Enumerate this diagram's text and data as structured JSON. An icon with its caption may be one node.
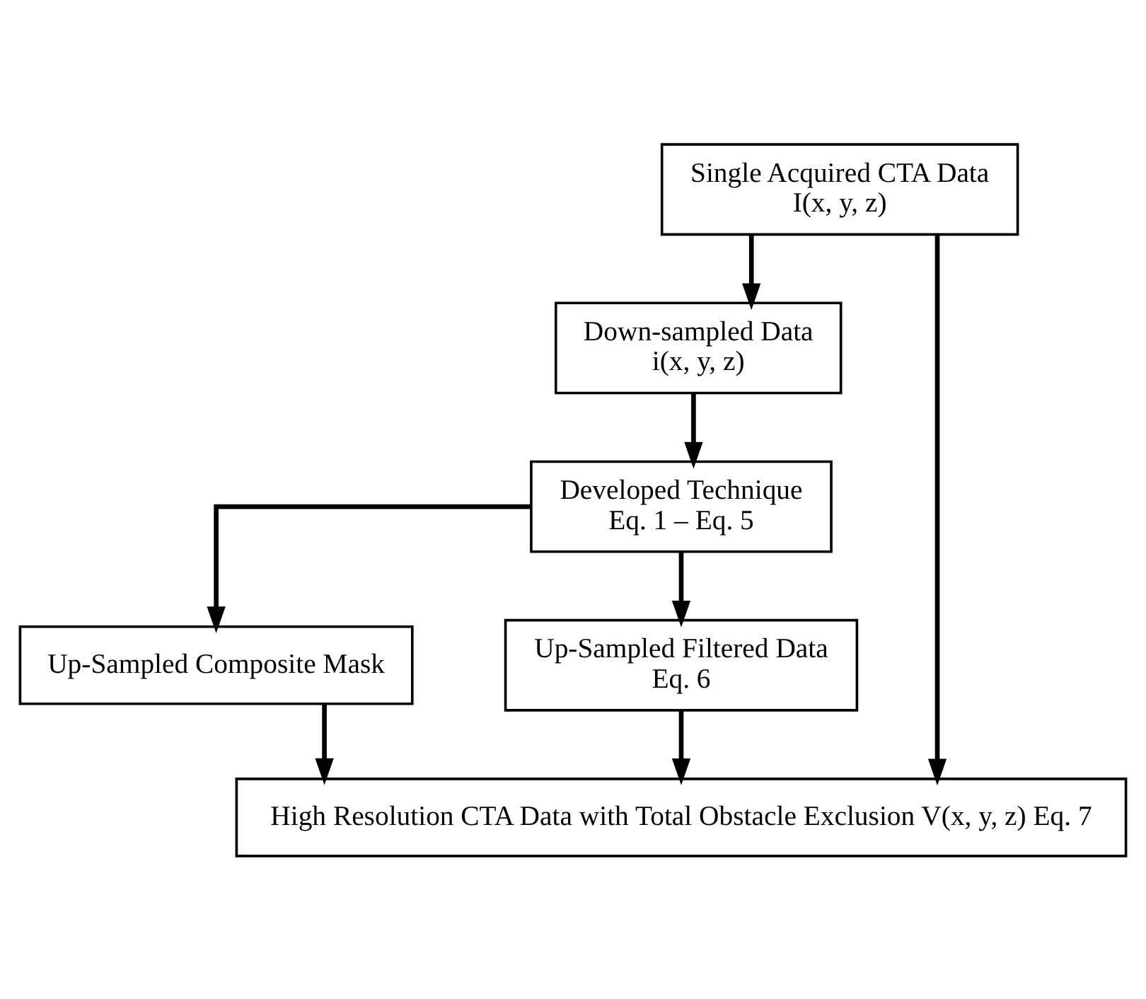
{
  "diagram": {
    "nodes": [
      {
        "text": [
          "Single Acquired CTA Data",
          "I(x, y, z)"
        ]
      },
      {
        "text": [
          "Down-sampled Data",
          "i(x, y, z)"
        ]
      },
      {
        "text": [
          "Developed Technique",
          "Eq. 1 – Eq. 5"
        ]
      },
      {
        "text": [
          "Up-Sampled Composite Mask"
        ]
      },
      {
        "text": [
          "Up-Sampled Filtered Data",
          "Eq. 6"
        ]
      },
      {
        "text": [
          "High Resolution CTA Data with Total Obstacle Exclusion V(x, y, z) Eq. 7"
        ]
      }
    ],
    "edges": [
      {
        "from": 0,
        "to": 1,
        "arrow": "to"
      },
      {
        "from": 1,
        "to": 2,
        "arrow": "to"
      },
      {
        "from": 2,
        "to": 3,
        "arrow": "to"
      },
      {
        "from": 2,
        "to": 4,
        "arrow": "to"
      },
      {
        "from": 3,
        "to": 5,
        "arrow": "to"
      },
      {
        "from": 4,
        "to": 5,
        "arrow": "to"
      },
      {
        "from": 0,
        "to": 5,
        "arrow": "to"
      }
    ]
  }
}
